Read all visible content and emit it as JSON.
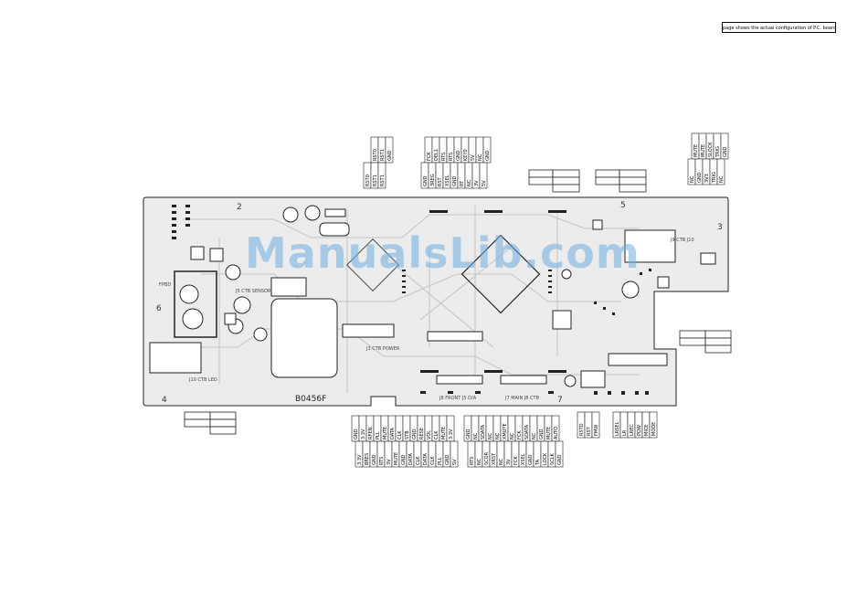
{
  "header_note": "page shows the actual configuration of P.C. board.",
  "watermark": "ManualsLib.com",
  "board_label": "B0456F",
  "zones": [
    "2",
    "3",
    "4",
    "5",
    "6",
    "7"
  ],
  "pcb_labels": {
    "sensor": "J5 CTB SENSOR",
    "power": "J3 CTB POWER",
    "led": "J10 CTB LED",
    "j9": "J9 CTB J10",
    "front": "J8 FRONT J5 D/A",
    "main": "J7 MAIN J8 CTB",
    "fpbd": "FPBD"
  },
  "connectors": {
    "top_a": {
      "row1": [
        "RST0",
        "RST1",
        "GND"
      ],
      "row2": [
        "RST0",
        "RST1",
        "RST1"
      ]
    },
    "top_b": {
      "row1": [
        "FCK",
        "DEL1",
        "RTS",
        "RTS",
        "GND",
        "KEY0",
        "5V",
        "NC",
        "GND"
      ],
      "row2": [
        "GND",
        "3REG",
        "RST",
        "XSEL",
        "GND",
        "RT",
        "NC",
        "3V",
        "5V"
      ]
    },
    "top_c": {
      "row1": [
        "MUTE",
        "MUTE",
        "SLOCK",
        "TRIG",
        "GND"
      ],
      "row2": [
        "NC",
        "GND",
        "3V3",
        "TRIG",
        "NC"
      ]
    },
    "bottom_a": {
      "row1": [
        "GND",
        "3.3V",
        "RFEN",
        "PLL",
        "MUTE",
        "DATA",
        "CLK",
        "STB",
        "GND",
        "RESE",
        "VOL",
        "CLK",
        "MUTE",
        "3.3V"
      ],
      "row2": [
        "3.3V",
        "BRES",
        "GND",
        "RTS",
        "3V",
        "MUTE",
        "GND",
        "DATA",
        "CLK",
        "DATA",
        "CLK",
        "PLL",
        "GND",
        "5V"
      ]
    },
    "bottom_b": {
      "row1": [
        "GND",
        "NC",
        "SDATA",
        "NC",
        "NC",
        "XMUTE",
        "NC",
        "FCK",
        "SDATA",
        "NC",
        "GND",
        "MUTE",
        "AUTO"
      ],
      "row2": [
        "RTS",
        "NC",
        "SCOR",
        "XRST",
        "NC",
        "3V",
        "FCK",
        "XSEL",
        "GND",
        "TA",
        "LOCK",
        "SCLK",
        "GND"
      ]
    },
    "bottom_c": [
      "RSTD",
      "RST",
      "FMW"
    ],
    "bottom_d": [
      "LRSEL",
      "LR",
      "LREC",
      "POW",
      "MICE",
      "MODE"
    ]
  }
}
